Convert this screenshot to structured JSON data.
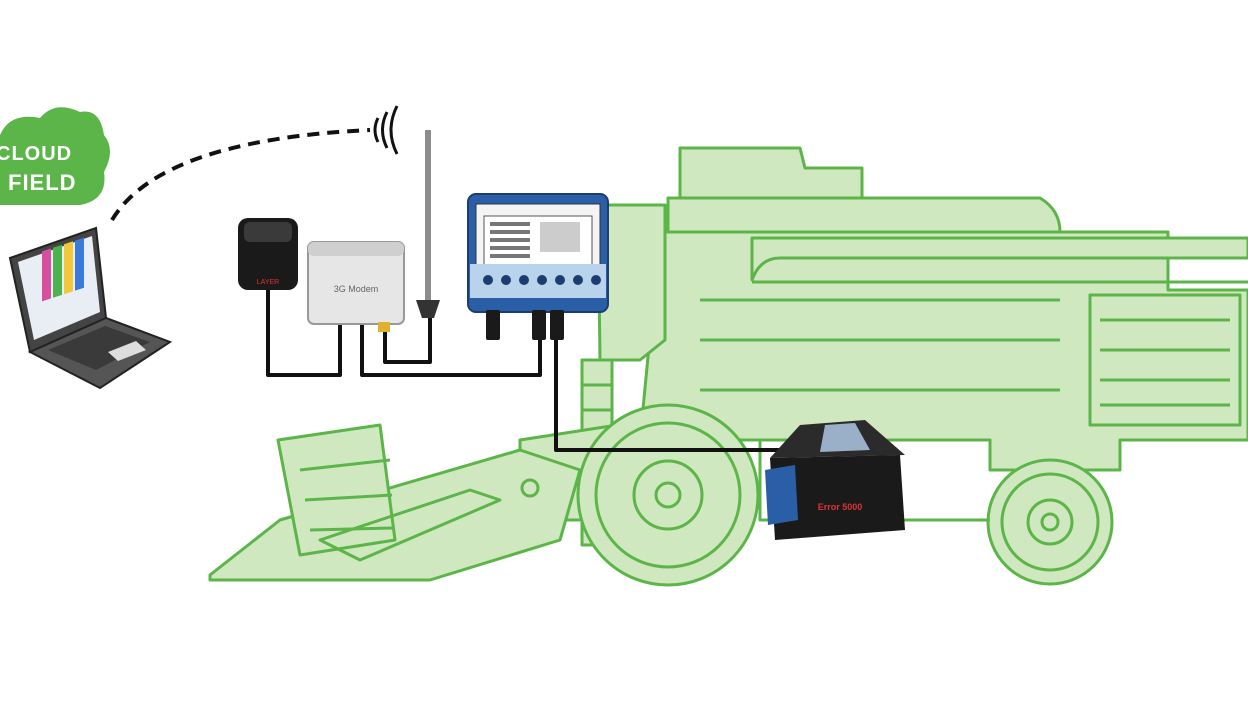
{
  "cloud_logo": {
    "line1": "CLOUD",
    "line2": "FIELD"
  },
  "modem": {
    "label": "3G Modem"
  },
  "gps": {
    "label": "LAYER"
  },
  "sensor_box": {
    "label": "Error 5000"
  },
  "colors": {
    "harvester_fill": "#cfe8bf",
    "harvester_stroke": "#5cb548",
    "cable": "#111111",
    "cloud_green": "#5cb548",
    "terminal_body": "#2a5fa8"
  }
}
